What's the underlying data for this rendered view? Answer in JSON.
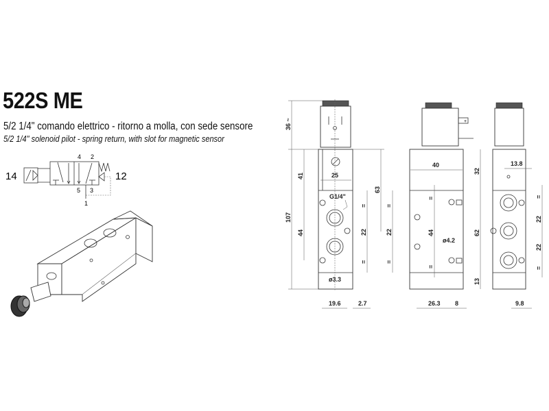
{
  "header": {
    "title": "522S ME",
    "subtitle_it": "5/2 1/4\" comando elettrico - ritorno a molla, con sede sensore",
    "subtitle_en": "5/2 1/4\" solenoid pilot - spring return, with slot for magnetic sensor"
  },
  "symbol": {
    "port_14": "14",
    "port_12": "12",
    "port_4": "4",
    "port_2": "2",
    "port_5": "5",
    "port_3": "3",
    "port_1": "1"
  },
  "front_view": {
    "coil_height": "36 ~",
    "total_height": "107",
    "upper": "41",
    "lower": "44",
    "width": "25",
    "thread": "G1/4\"",
    "pilot": "63",
    "eq1": "=",
    "pitch": "22",
    "eq2": "=",
    "hole": "ø3.3",
    "offset": "19.6",
    "edge": "2.7"
  },
  "side_view": {
    "eq1": "=",
    "pitch": "22",
    "eq2": "=",
    "width": "40",
    "top": "32",
    "mid": "62",
    "bottom": "13",
    "holes": "44",
    "eq3": "=",
    "eq4": "=",
    "hole": "ø4.2",
    "offset": "26.3",
    "edge": "8"
  },
  "rear_view": {
    "offset_top": "13.8",
    "eq1": "=",
    "pitch1": "22",
    "pitch2": "22",
    "eq2": "=",
    "offset": "9.8"
  }
}
